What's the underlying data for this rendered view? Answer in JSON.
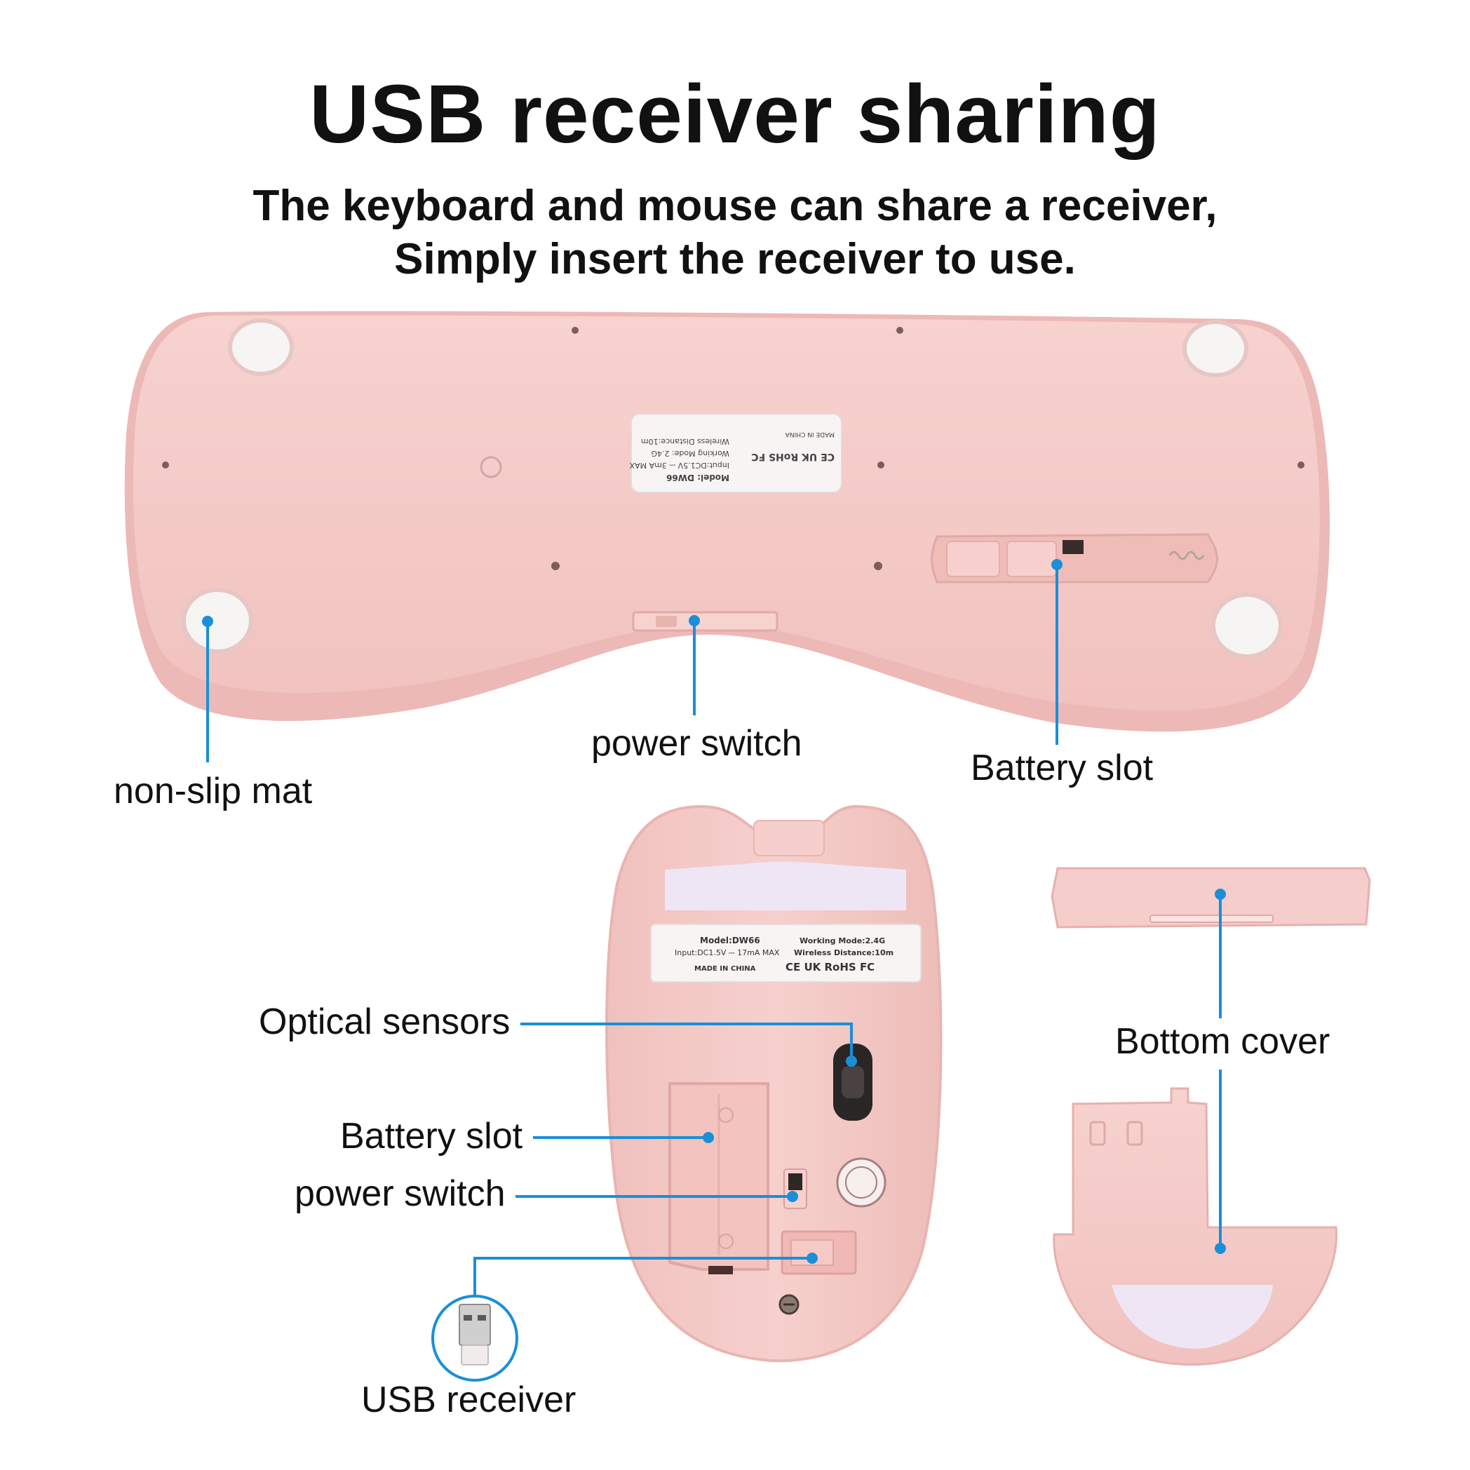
{
  "header": {
    "title": "USB receiver sharing",
    "subtitle_line1": "The keyboard and mouse can share a receiver,",
    "subtitle_line2": "Simply insert the receiver to use."
  },
  "keyboard": {
    "callouts": {
      "non_slip_mat": "non-slip mat",
      "power_switch": "power switch",
      "battery_slot": "Battery slot"
    },
    "product_label": {
      "model": "Model: DW66",
      "input": "Input:DC1.5V ⎓ 3mA MAX",
      "working_mode": "Working Mode: 2.4G",
      "wireless_distance": "Wireless Distance:10m",
      "marks": "CE UK RoHS FC",
      "origin": "MADE IN CHINA"
    }
  },
  "mouse": {
    "callouts": {
      "optical_sensors": "Optical sensors",
      "battery_slot": "Battery slot",
      "power_switch": "power switch",
      "usb_receiver": "USB receiver",
      "bottom_cover": "Bottom cover"
    },
    "product_label": {
      "model": "Model:DW66",
      "input": "Input:DC1.5V ⎓ 17mA MAX",
      "working_mode": "Working Mode:2.4G",
      "wireless_distance": "Wireless Distance:10m",
      "marks": "CE UK RoHS FC",
      "origin": "MADE IN CHINA"
    }
  },
  "colors": {
    "body_pink": "#f4c9c6",
    "body_pink_dark": "#e7b1ad",
    "callout_blue": "#1a8fd8",
    "foot_white": "#f7f5f5",
    "pad_lavender": "#eee6f4"
  }
}
